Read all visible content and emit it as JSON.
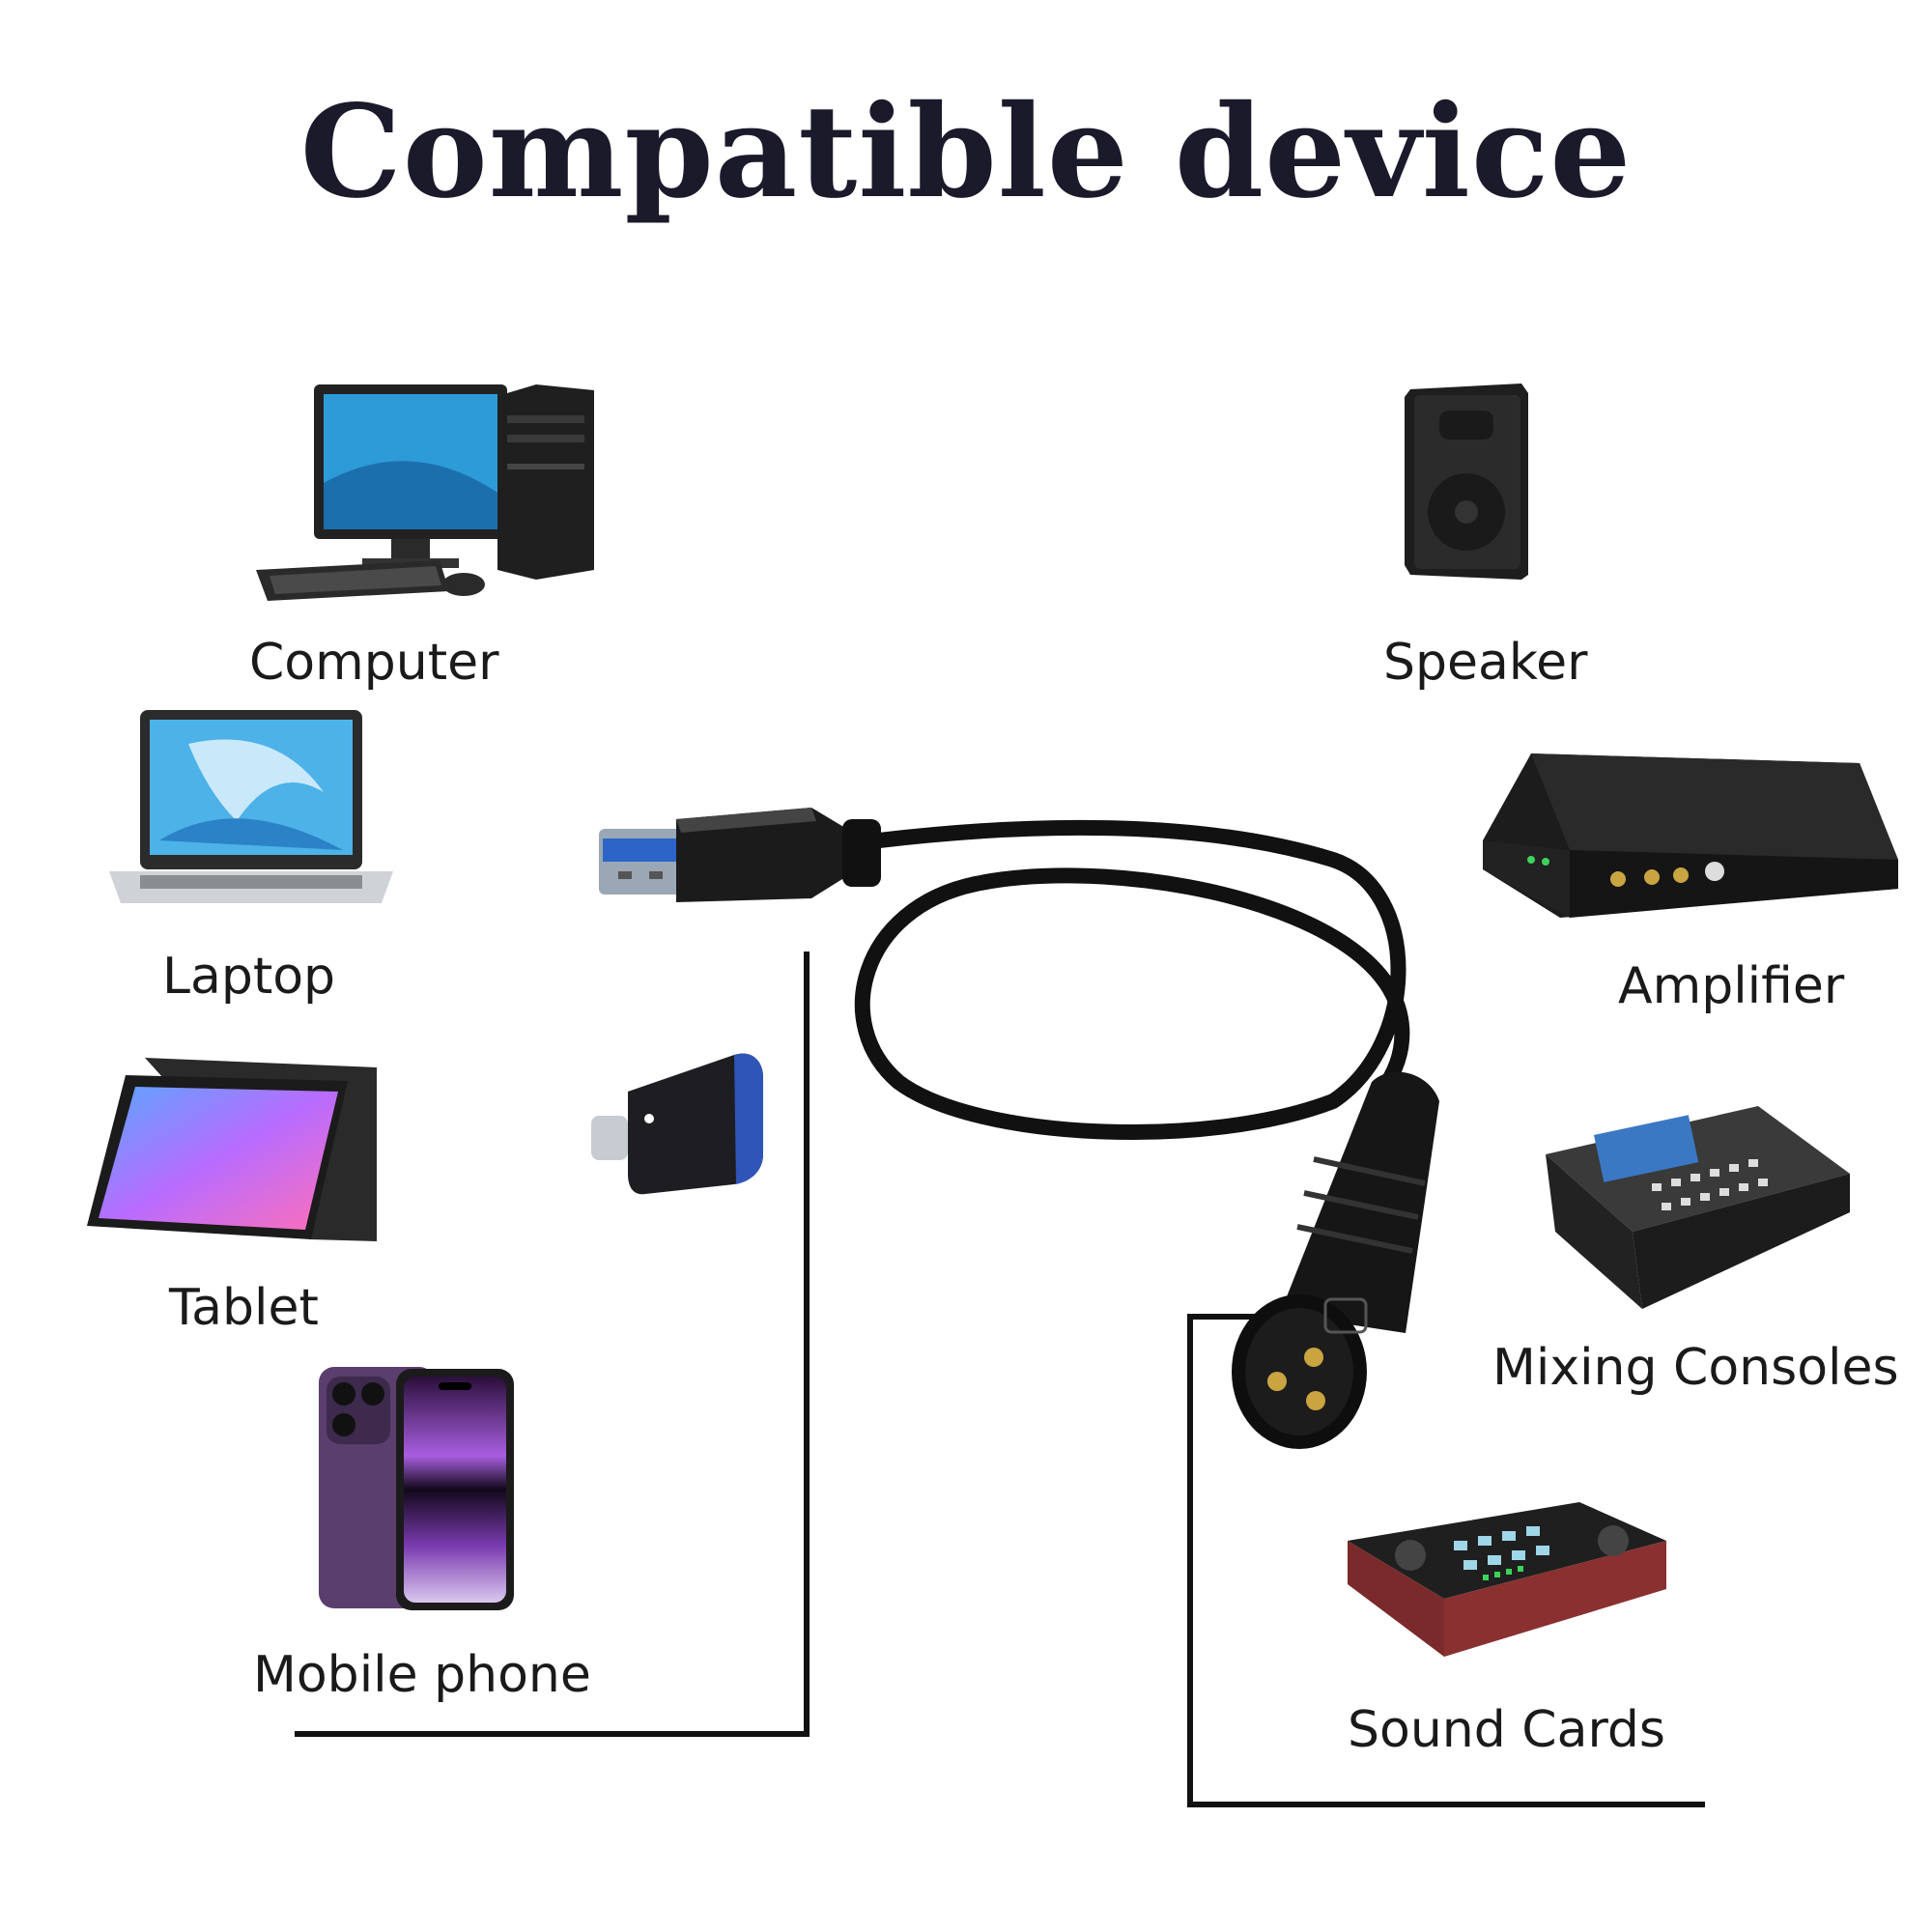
{
  "title": "Compatible device",
  "left_devices": [
    {
      "label": "Computer",
      "icon": "computer-icon"
    },
    {
      "label": "Laptop",
      "icon": "laptop-icon"
    },
    {
      "label": "Tablet",
      "icon": "tablet-icon"
    },
    {
      "label": "Mobile phone",
      "icon": "mobile-phone-icon"
    }
  ],
  "right_devices": [
    {
      "label": "Speaker",
      "icon": "speaker-icon"
    },
    {
      "label": "Amplifier",
      "icon": "amplifier-icon"
    },
    {
      "label": "Mixing Consoles",
      "icon": "mixing-console-icon"
    },
    {
      "label": "Sound Cards",
      "icon": "sound-card-icon"
    }
  ],
  "cable": {
    "connectors": [
      "usb-a-icon",
      "usb-c-adapter-icon",
      "xlr-icon"
    ]
  }
}
